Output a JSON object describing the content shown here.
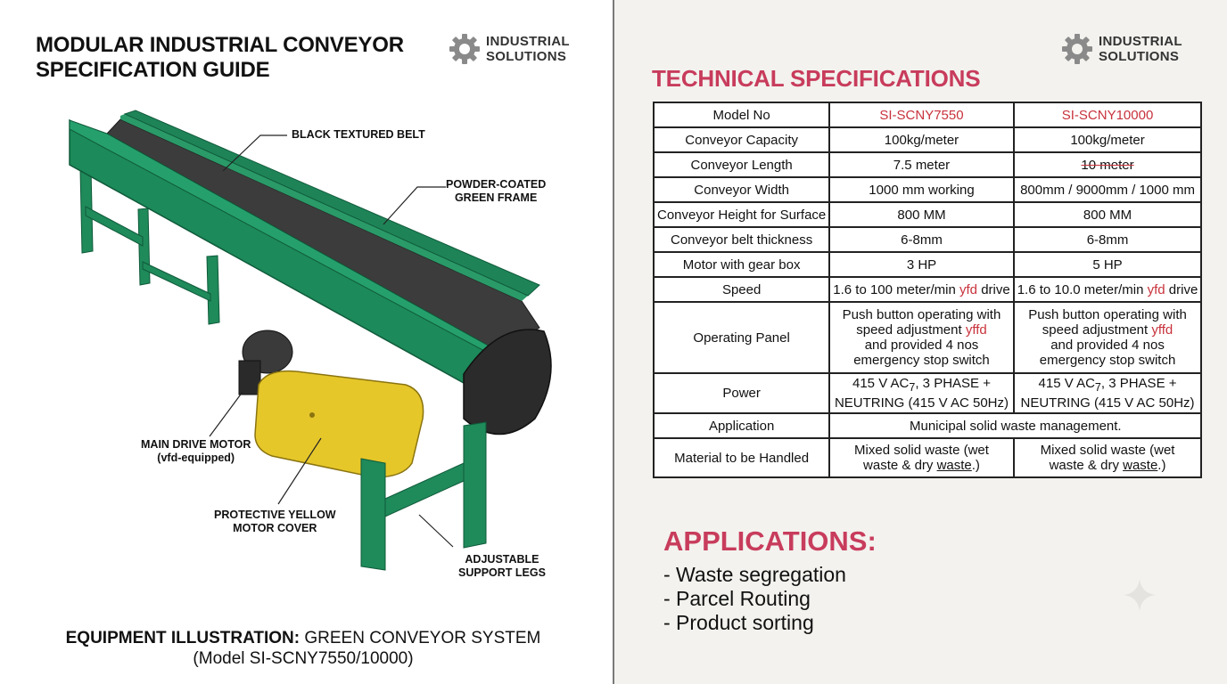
{
  "left": {
    "title_line1": "MODULAR INDUSTRIAL CONVEYOR",
    "title_line2": "SPECIFICATION GUIDE",
    "brand_line1": "INDUSTRIAL",
    "brand_line2": "SOLUTIONS",
    "illustration": {
      "callouts": {
        "belt": "BLACK TEXTURED BELT",
        "frame_line1": "POWDER-COATED",
        "frame_line2": "GREEN FRAME",
        "motor_line1": "MAIN DRIVE MOTOR",
        "motor_line2": "(vfd-equipped)",
        "cover_line1": "PROTECTIVE YELLOW",
        "cover_line2": "MOTOR COVER",
        "legs_line1": "ADJUSTABLE",
        "legs_line2": "SUPPORT LEGS"
      }
    },
    "caption_bold": "EQUIPMENT ILLUSTRATION:",
    "caption_rest": " GREEN CONVEYOR SYSTEM",
    "caption_line2": "(Model SI-SCNY7550/10000)"
  },
  "right": {
    "brand_line1": "INDUSTRIAL",
    "brand_line2": "SOLUTIONS",
    "spec_title": "TECHNICAL SPECIFICATIONS",
    "table": {
      "header": {
        "label": "Model No",
        "m1": "SI-SCNY7550",
        "m2": "SI-SCNY10000"
      },
      "capacity": {
        "label": "Conveyor Capacity",
        "m1": "100kg/meter",
        "m2": "100kg/meter"
      },
      "length": {
        "label": "Conveyor Length",
        "m1": "7.5 meter",
        "m2": "10 meter"
      },
      "width": {
        "label": "Conveyor Width",
        "m1": "1000 mm working",
        "m2": "800mm / 9000mm / 1000 mm"
      },
      "height": {
        "label": "Conveyor Height for Surface",
        "m1": "800 MM",
        "m2": "800 MM"
      },
      "thickness": {
        "label": "Conveyor belt thickness",
        "m1": "6-8mm",
        "m2": "6-8mm"
      },
      "motor": {
        "label": "Motor with gear box",
        "m1": "3 HP",
        "m2": "5 HP"
      },
      "speed": {
        "label": "Speed",
        "m1_a": "1.6 to 100 meter/min ",
        "m1_b": "yfd",
        "m1_c": " drive",
        "m2_a": "1.6 to 10.0 meter/min ",
        "m2_b": "yfd",
        "m2_c": " drive"
      },
      "panel": {
        "label": "Operating Panel",
        "l1": "Push button operating with",
        "l2a": "speed adjustment ",
        "l2b": "yffd",
        "l3": "and provided 4 nos",
        "l4": "emergency stop switch"
      },
      "power": {
        "label": "Power",
        "l1a": "415 V AC",
        "l1sub": "7",
        "l1b": ", 3 PHASE +",
        "l2": "NEUTRING (415 V AC 50Hz)"
      },
      "application": {
        "label": "Application",
        "value": "Municipal solid waste management."
      },
      "material": {
        "label": "Material to be Handled",
        "l1": "Mixed solid waste (wet",
        "l2a": "waste & dry ",
        "l2b": "waste",
        "l2c": ".)"
      }
    },
    "applications_title": "APPLICATIONS:",
    "applications": [
      "- Waste segregation",
      "- Parcel Routing",
      "- Product sorting"
    ]
  }
}
